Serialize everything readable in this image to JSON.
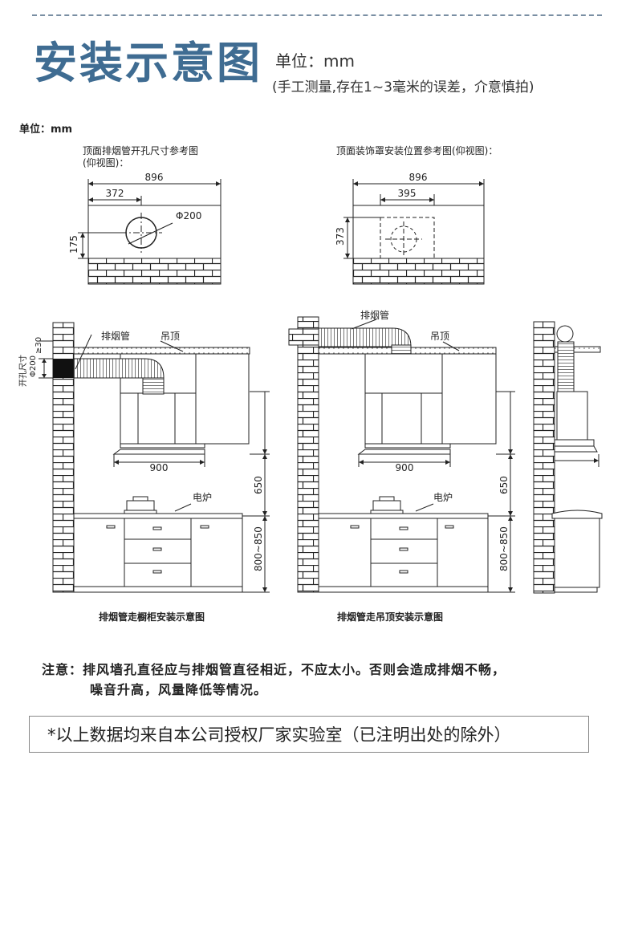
{
  "header": {
    "title": "安装示意图",
    "unit": "单位：mm",
    "note": "(手工测量,存在1~3毫米的误差，介意慎拍)"
  },
  "unit_label": "单位：mm",
  "diagram_top_left": {
    "title_line1": "顶面排烟管开孔尺寸参考图",
    "title_line2": "(仰视图)：",
    "width": "896",
    "offset": "372",
    "hole": "Φ200",
    "height": "175"
  },
  "diagram_top_right": {
    "title": "顶面装饰罩安装位置参考图(仰视图)：",
    "width": "896",
    "offset": "395",
    "height": "373"
  },
  "diagram_cabinet": {
    "pipe_label": "排烟管",
    "ceiling_label": "吊顶",
    "hole_label": "开孔尺寸",
    "hole_min": "≥30",
    "hole_dia": "Φ200",
    "hood_width": "900",
    "gap": "650",
    "counter": "800~850",
    "stove_label": "电炉",
    "caption": "排烟管走橱柜安装示意图"
  },
  "diagram_ceiling": {
    "pipe_label": "排烟管",
    "ceiling_label": "吊顶",
    "hood_width": "900",
    "gap": "650",
    "counter": "800~850",
    "stove_label": "电炉",
    "caption": "排烟管走吊顶安装示意图"
  },
  "notice": {
    "line1": "注意：排风墙孔直径应与排烟管直径相近，不应太小。否则会造成排烟不畅，",
    "line2": "噪音升高，风量降低等情况。"
  },
  "disclaimer": "*以上数据均来自本公司授权厂家实验室（已注明出处的除外）"
}
